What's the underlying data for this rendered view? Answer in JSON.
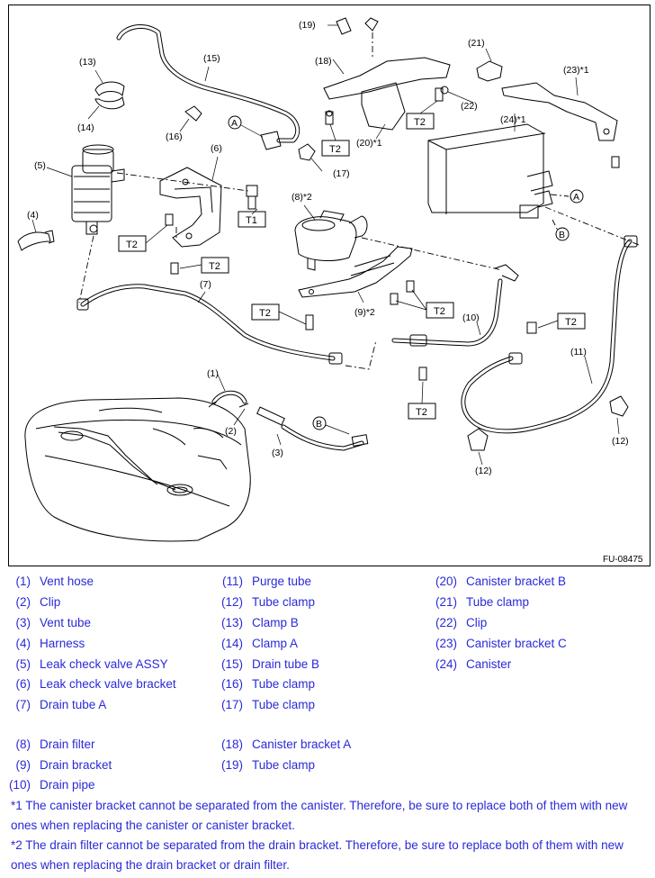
{
  "figure": {
    "code": "FU-08475",
    "callouts": [
      "(1)",
      "(2)",
      "(3)",
      "(4)",
      "(5)",
      "(6)",
      "(7)",
      "(8)*2",
      "(9)*2",
      "(10)",
      "(11)",
      "(12)",
      "(12)",
      "(13)",
      "(14)",
      "(15)",
      "(16)",
      "(17)",
      "(18)",
      "(19)",
      "(20)*1",
      "(21)",
      "(22)",
      "(23)*1",
      "(24)*1"
    ],
    "torque_marks": {
      "t1": "T1",
      "t2": "T2"
    },
    "connection_marks": {
      "a": "A",
      "b": "B"
    }
  },
  "legend": {
    "col1": [
      {
        "num": "(1)",
        "name": "Vent hose"
      },
      {
        "num": "(2)",
        "name": "Clip"
      },
      {
        "num": "(3)",
        "name": "Vent tube"
      },
      {
        "num": "(4)",
        "name": "Harness"
      },
      {
        "num": "(5)",
        "name": "Leak check valve ASSY"
      },
      {
        "num": "(6)",
        "name": "Leak check valve bracket"
      },
      {
        "num": "(7)",
        "name": "Drain tube A"
      },
      {
        "num": "(8)",
        "name": "Drain filter"
      },
      {
        "num": "(9)",
        "name": "Drain bracket"
      },
      {
        "num": "(10)",
        "name": "Drain pipe"
      }
    ],
    "col2": [
      {
        "num": "(11)",
        "name": "Purge tube"
      },
      {
        "num": "(12)",
        "name": "Tube clamp"
      },
      {
        "num": "(13)",
        "name": "Clamp B"
      },
      {
        "num": "(14)",
        "name": "Clamp A"
      },
      {
        "num": "(15)",
        "name": "Drain tube B"
      },
      {
        "num": "(16)",
        "name": "Tube clamp"
      },
      {
        "num": "(17)",
        "name": "Tube clamp"
      },
      {
        "num": "(18)",
        "name": "Canister bracket A"
      },
      {
        "num": "(19)",
        "name": "Tube clamp"
      }
    ],
    "col3": [
      {
        "num": "(20)",
        "name": "Canister bracket B"
      },
      {
        "num": "(21)",
        "name": "Tube clamp"
      },
      {
        "num": "(22)",
        "name": "Clip"
      },
      {
        "num": "(23)",
        "name": "Canister bracket C"
      },
      {
        "num": "(24)",
        "name": "Canister"
      }
    ]
  },
  "notes": {
    "note1": "*1 The canister bracket cannot be separated from the canister. Therefore, be sure to replace both of them with new ones when replacing the canister or canister bracket.",
    "note2": "*2 The drain filter cannot be separated from the drain bracket. Therefore, be sure to replace both of them with new ones when replacing the drain bracket or drain filter."
  }
}
